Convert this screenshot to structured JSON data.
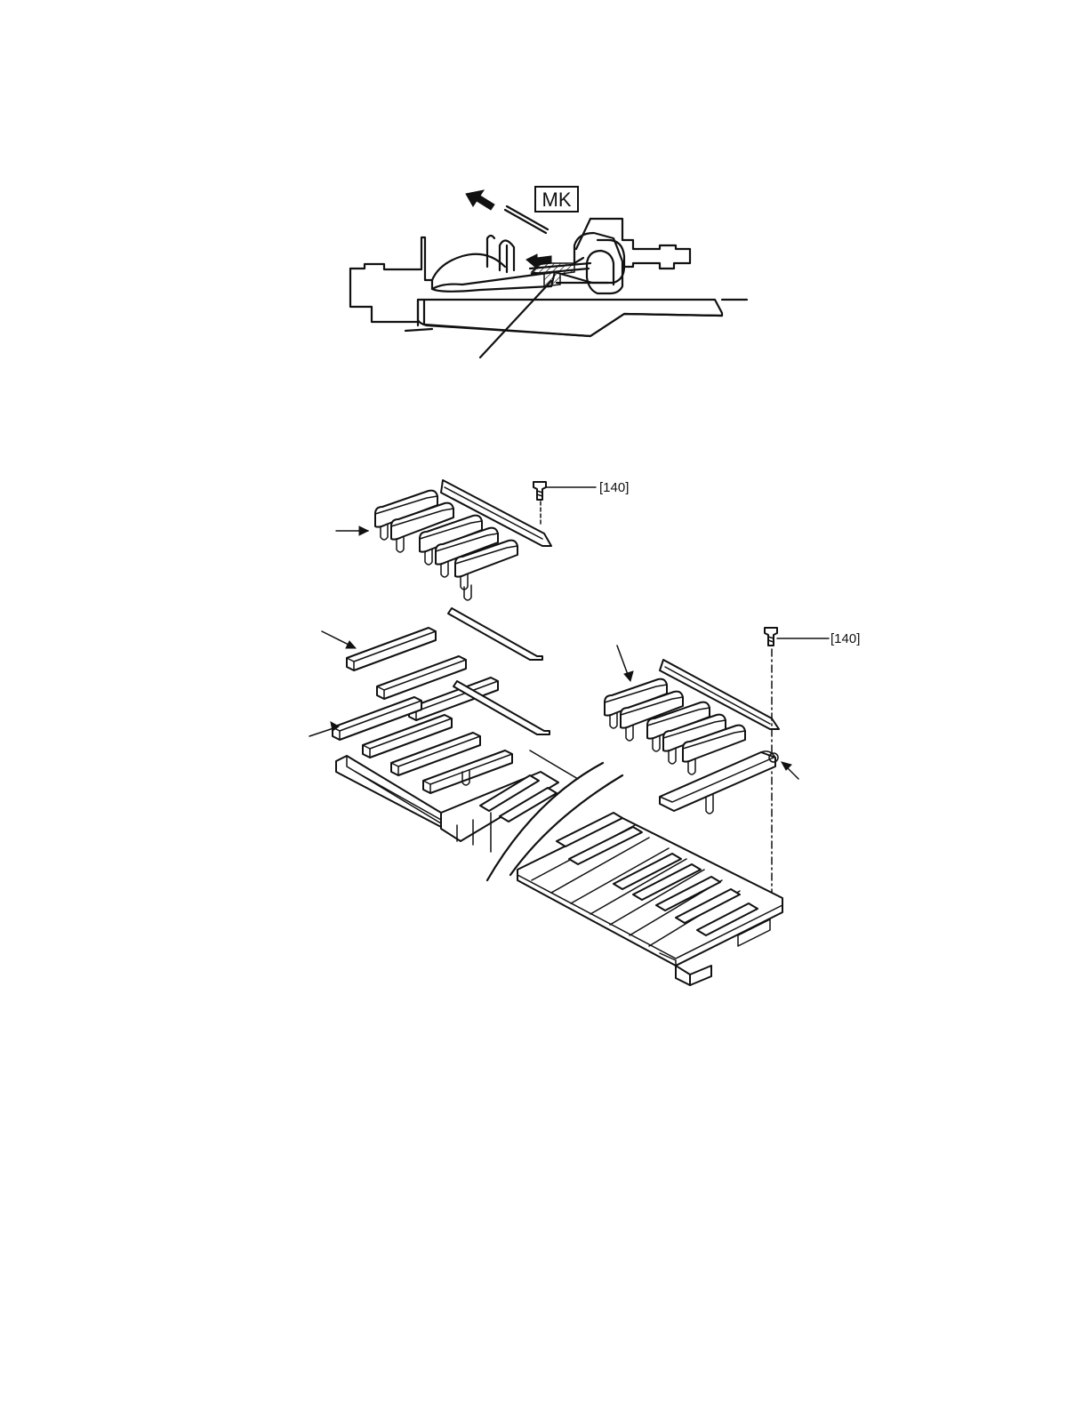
{
  "labels": {
    "mk": "MK",
    "screw_ref_top": "[140]",
    "screw_ref_right": "[140]"
  }
}
